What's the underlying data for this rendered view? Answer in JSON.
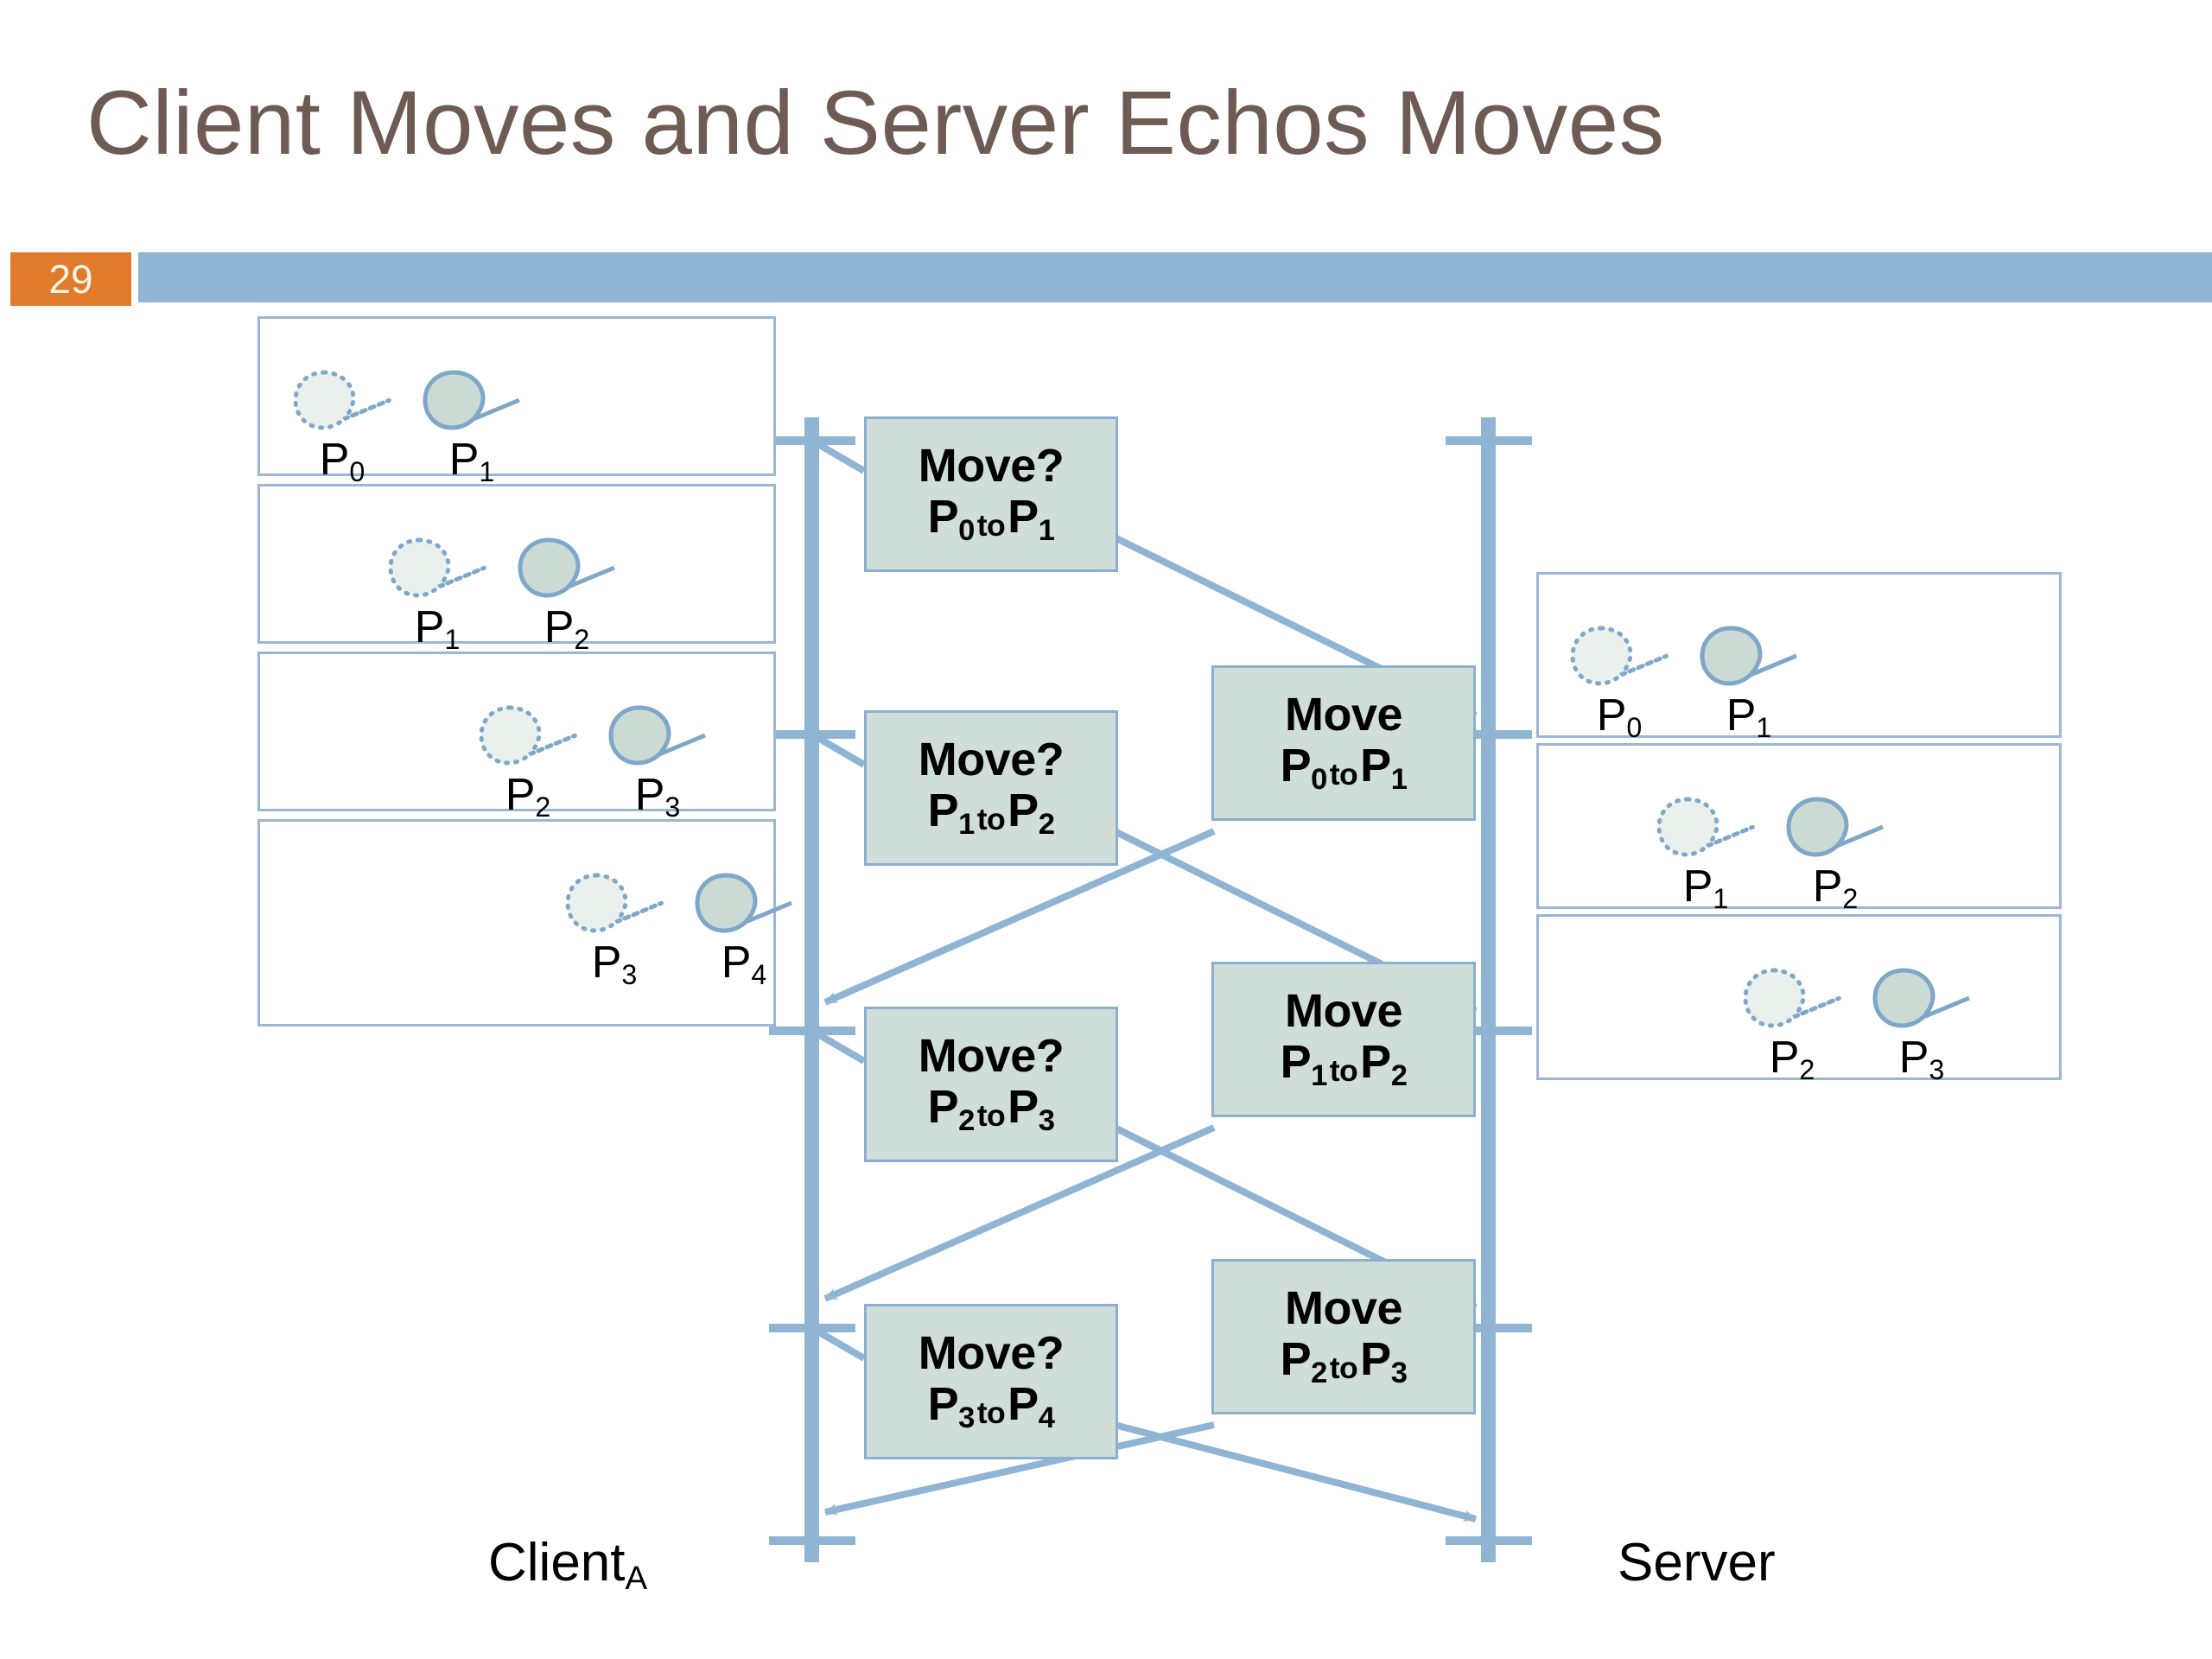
{
  "slide": {
    "title": "Client Moves and Server Echos Moves",
    "number": "29",
    "title_color": "#6E5B53",
    "header_bar_color": "#8FB4D4",
    "badge_color": "#E07B2C",
    "panel_border_color": "#9BB7D4",
    "message_box_fill": "#CFDED8",
    "message_box_border": "#8CAFCF",
    "lifeline_color": "#8FB4D4",
    "arrow_color": "#8FB4D4"
  },
  "actors": {
    "client": {
      "name": "Client",
      "subscript": "A"
    },
    "server": {
      "name": "Server",
      "subscript": ""
    }
  },
  "client_panels": [
    {
      "ghost_label": "P",
      "ghost_sub": "0",
      "solid_label": "P",
      "solid_sub": "1"
    },
    {
      "ghost_label": "P",
      "ghost_sub": "1",
      "solid_label": "P",
      "solid_sub": "2"
    },
    {
      "ghost_label": "P",
      "ghost_sub": "2",
      "solid_label": "P",
      "solid_sub": "3"
    },
    {
      "ghost_label": "P",
      "ghost_sub": "3",
      "solid_label": "P",
      "solid_sub": "4"
    }
  ],
  "server_panels": [
    {
      "ghost_label": "P",
      "ghost_sub": "0",
      "solid_label": "P",
      "solid_sub": "1"
    },
    {
      "ghost_label": "P",
      "ghost_sub": "1",
      "solid_label": "P",
      "solid_sub": "2"
    },
    {
      "ghost_label": "P",
      "ghost_sub": "2",
      "solid_label": "P",
      "solid_sub": "3"
    }
  ],
  "request_messages": [
    {
      "line1": "Move?",
      "from": "P",
      "from_sub": "0",
      "to_word": "to",
      "to": "P",
      "to_sub": "1"
    },
    {
      "line1": "Move?",
      "from": "P",
      "from_sub": "1",
      "to_word": "to",
      "to": "P",
      "to_sub": "2"
    },
    {
      "line1": "Move?",
      "from": "P",
      "from_sub": "2",
      "to_word": "to",
      "to": "P",
      "to_sub": "3"
    },
    {
      "line1": "Move?",
      "from": "P",
      "from_sub": "3",
      "to_word": "to",
      "to": "P",
      "to_sub": "4"
    }
  ],
  "echo_messages": [
    {
      "line1": "Move",
      "from": "P",
      "from_sub": "0",
      "to_word": "to",
      "to": "P",
      "to_sub": "1"
    },
    {
      "line1": "Move",
      "from": "P",
      "from_sub": "1",
      "to_word": "to",
      "to": "P",
      "to_sub": "2"
    },
    {
      "line1": "Move",
      "from": "P",
      "from_sub": "2",
      "to_word": "to",
      "to": "P",
      "to_sub": "3"
    }
  ]
}
